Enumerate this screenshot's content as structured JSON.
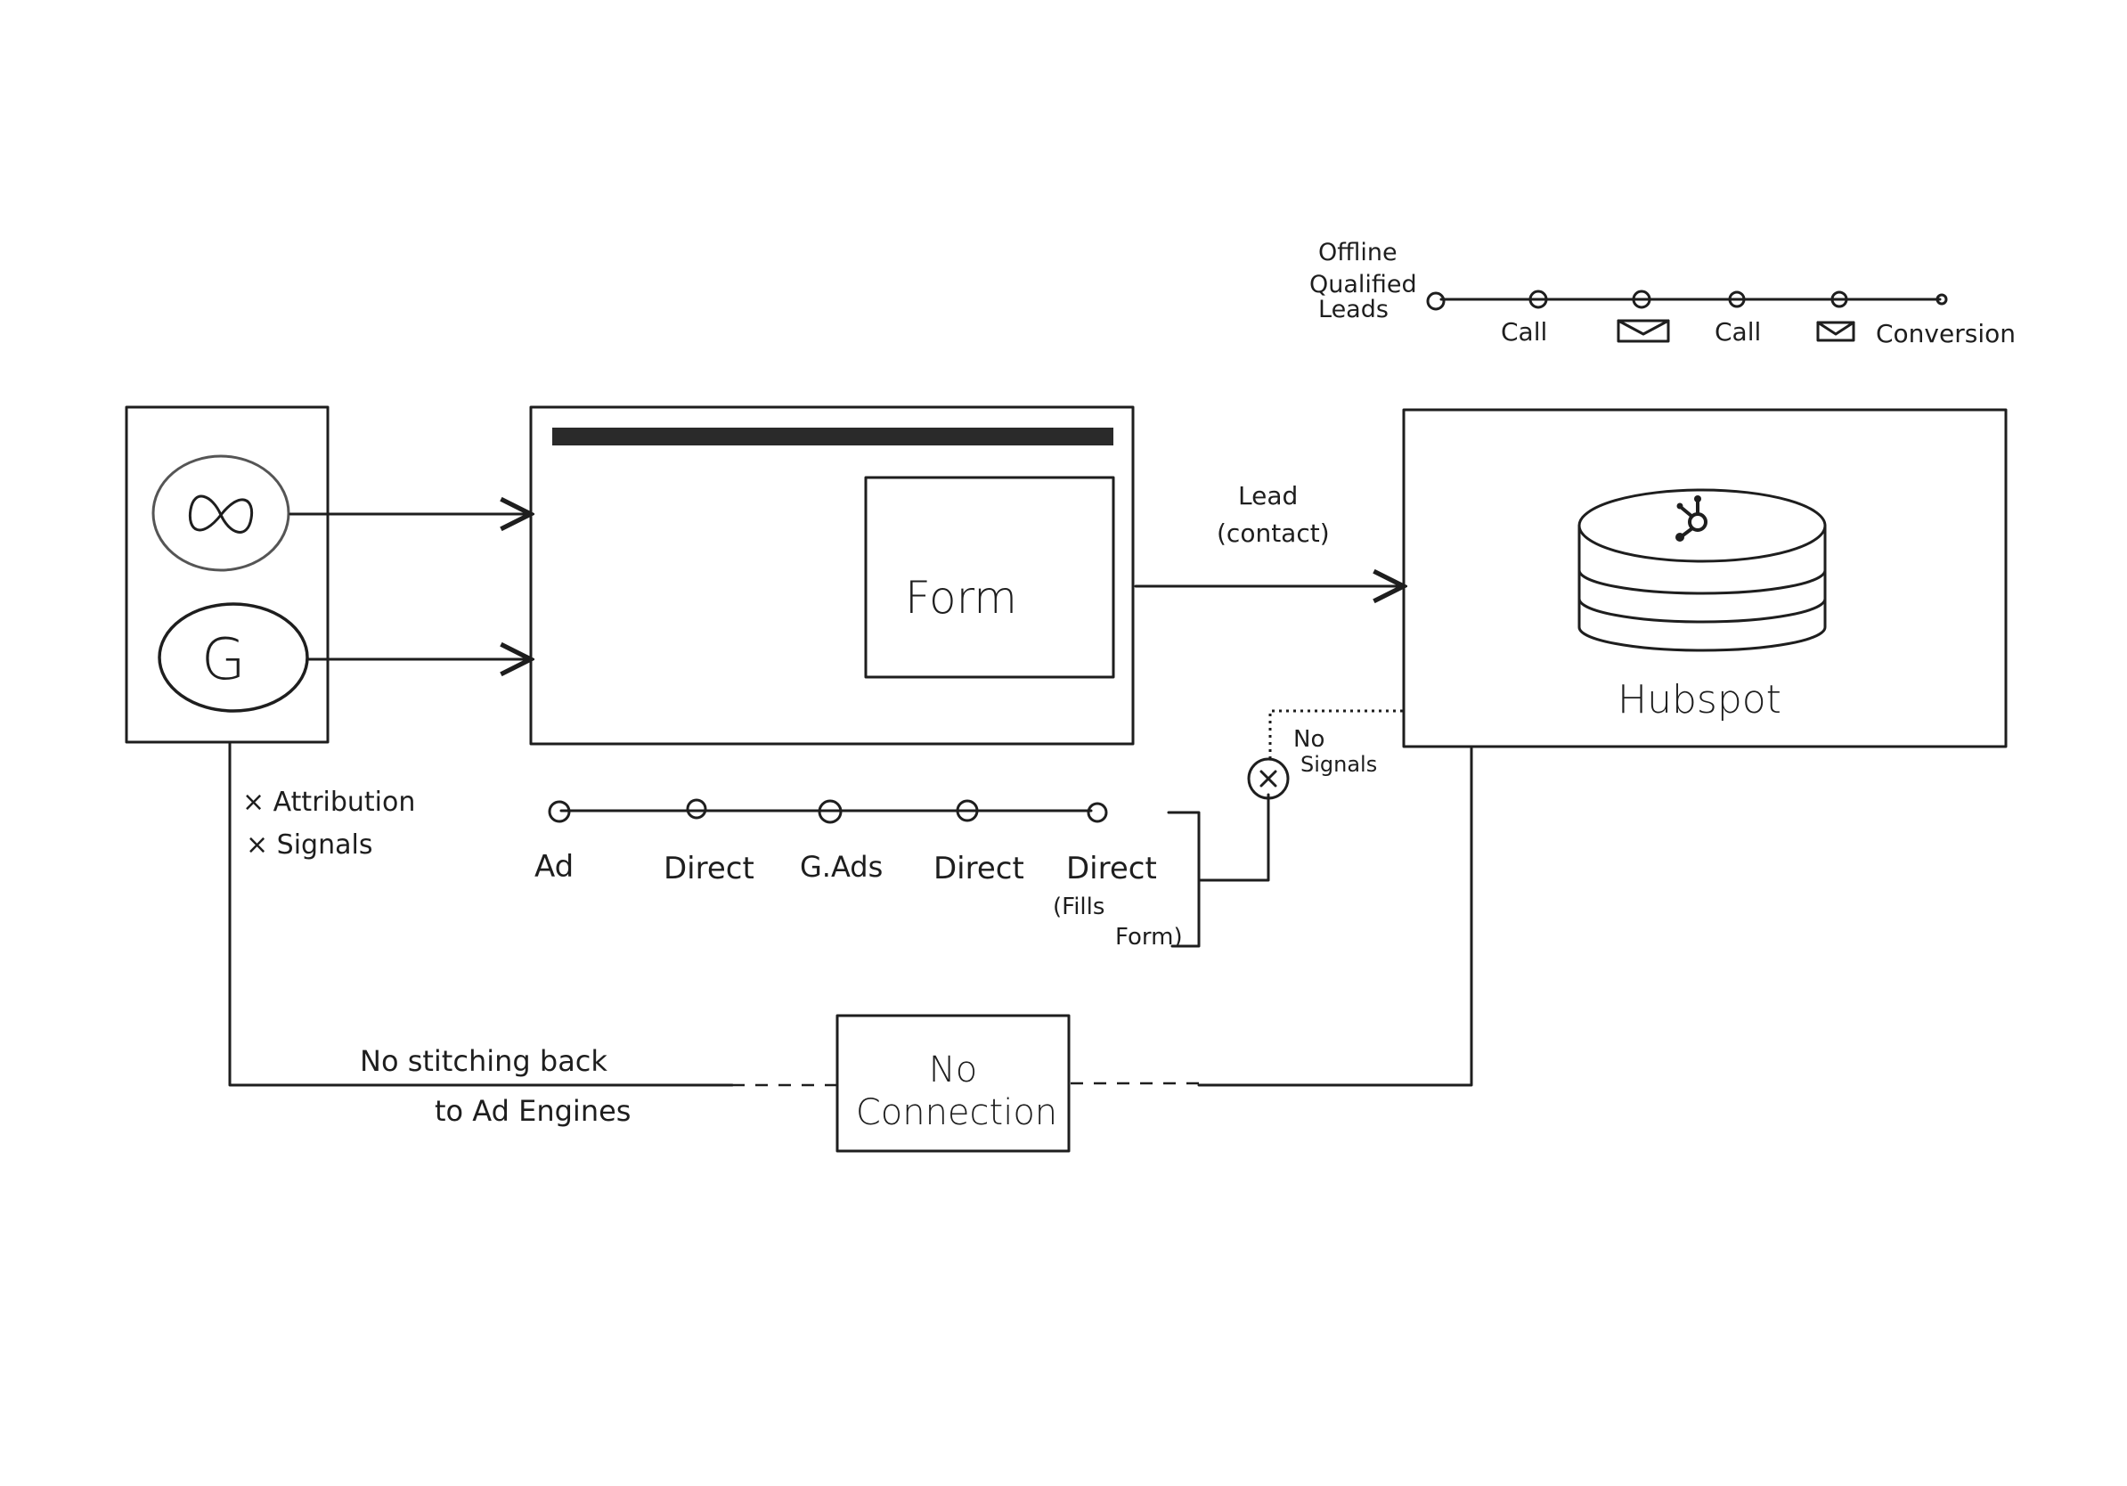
{
  "offline": {
    "label_lines": [
      "Offline",
      "Qualified",
      "Leads"
    ],
    "steps": [
      {
        "label": "Call",
        "icon": "none"
      },
      {
        "label": "",
        "icon": "envelope-icon"
      },
      {
        "label": "Call",
        "icon": "none"
      },
      {
        "label": "",
        "icon": "envelope-icon"
      },
      {
        "label": "Conversion",
        "icon": "none"
      }
    ]
  },
  "ad_engines": {
    "meta_icon": "meta-infinity-icon",
    "google_letter": "G",
    "notes": [
      "× Attribution",
      "× Signals"
    ]
  },
  "website": {
    "form_label": "Form"
  },
  "lead_arrow": {
    "label_lines": [
      "Lead",
      "(contact)"
    ]
  },
  "hubspot": {
    "label": "Hubspot",
    "icon": "hubspot-sprocket-icon"
  },
  "journey": {
    "steps": [
      {
        "label": "Ad"
      },
      {
        "label": "Direct"
      },
      {
        "label": "G.Ads"
      },
      {
        "label": "Direct"
      },
      {
        "label": "Direct"
      }
    ],
    "last_note_lines": [
      "(Fills",
      "Form)"
    ]
  },
  "no_signals": {
    "label_lines": [
      "No",
      "Signals"
    ]
  },
  "no_stitching": {
    "label_lines": [
      "No stitching back",
      "to Ad Engines"
    ]
  },
  "no_connection": {
    "label_lines": [
      "No",
      "Connection"
    ]
  }
}
